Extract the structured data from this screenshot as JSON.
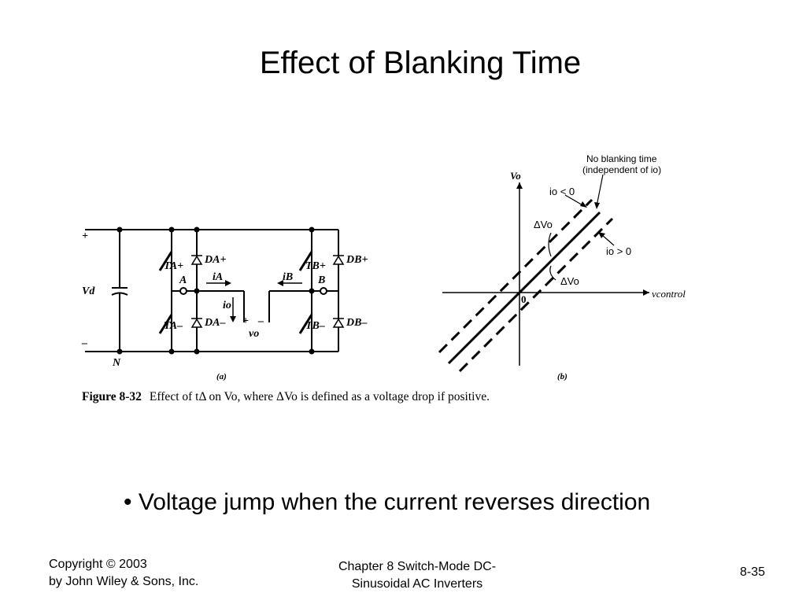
{
  "slide": {
    "title": "Effect of Blanking Time",
    "bullet": "• Voltage jump when the current reverses direction"
  },
  "figure": {
    "caption_label": "Figure 8-32",
    "caption_text": "Effect of tΔ on Vo, where ΔVo is defined as a voltage drop if positive.",
    "circuit": {
      "plus": "+",
      "minus": "–",
      "vd": "Vd",
      "n": "N",
      "a": "A",
      "b": "B",
      "ta_plus": "TA+",
      "ta_minus": "TA–",
      "tb_plus": "TB+",
      "tb_minus": "TB–",
      "da_plus": "DA+",
      "da_minus": "DA–",
      "db_plus": "DB+",
      "db_minus": "DB–",
      "ia": "iA",
      "ib": "iB",
      "io": "io",
      "vo": "vo",
      "vo_plus": "+",
      "vo_minus": "–",
      "label": "(a)"
    },
    "graph": {
      "y_axis": "Vo",
      "x_axis": "vcontrol",
      "origin": "0",
      "no_blanking_line1": "No blanking time",
      "no_blanking_line2": "(independent of io)",
      "io_lt": "io < 0",
      "io_gt": "io > 0",
      "delta_vo_upper": "ΔVo",
      "delta_vo_lower": "ΔVo",
      "label": "(b)"
    }
  },
  "footer": {
    "copyright_line1": "Copyright © 2003",
    "copyright_line2": "by John Wiley & Sons, Inc.",
    "chapter_line1": "Chapter 8 Switch-Mode DC-",
    "chapter_line2": "Sinusoidal AC Inverters",
    "page": "8-35"
  }
}
